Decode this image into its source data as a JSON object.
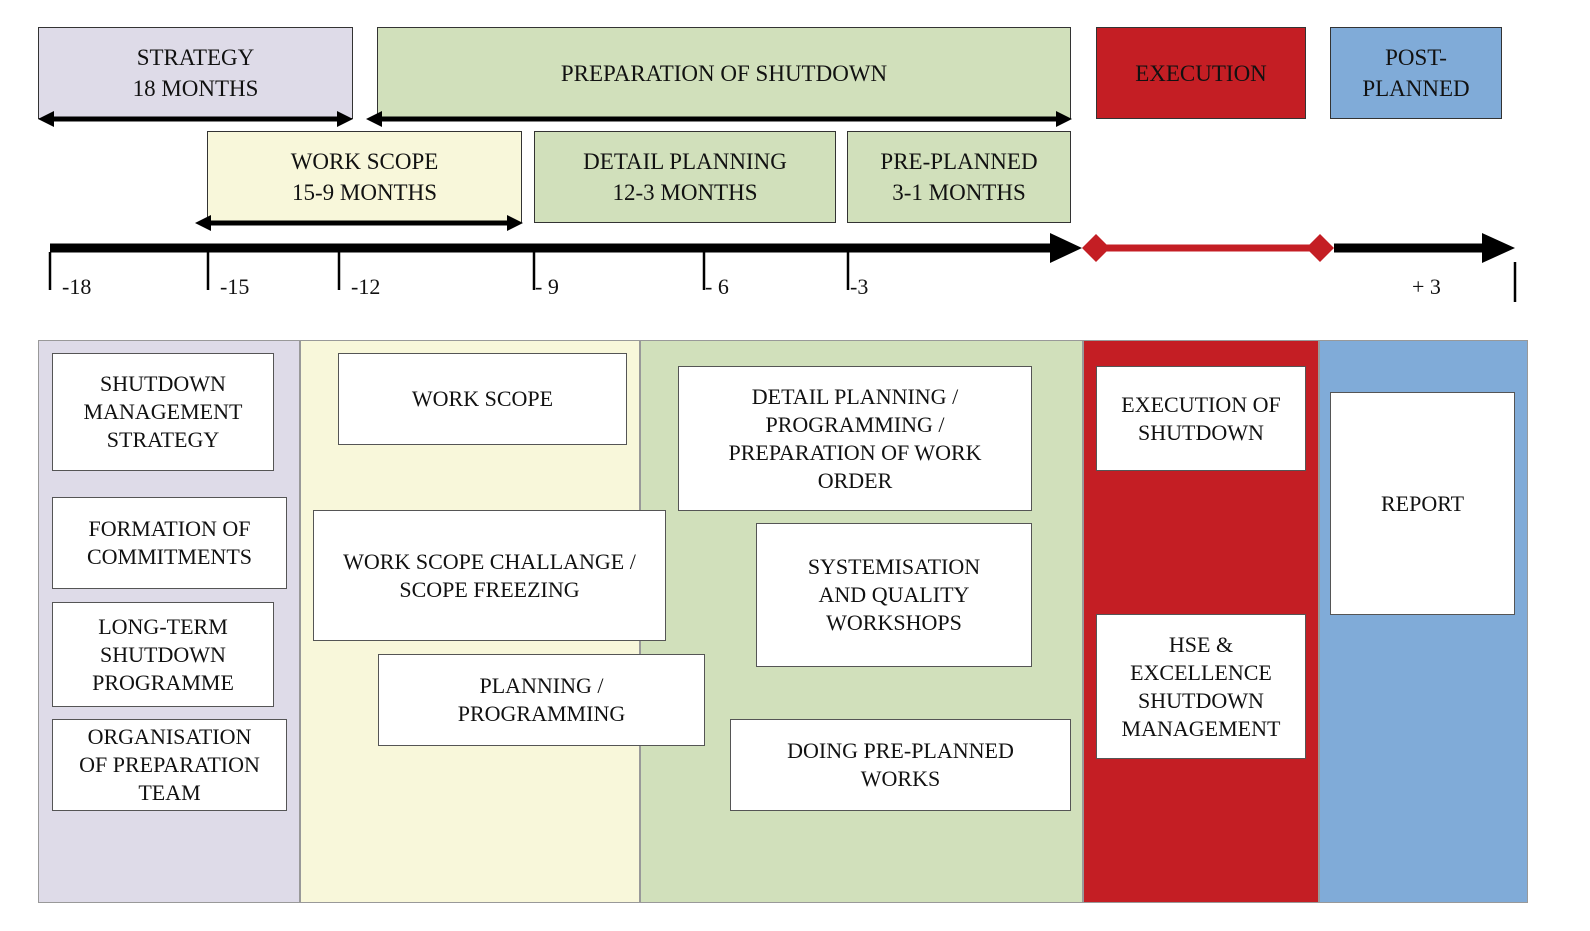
{
  "colors": {
    "strategy": "#dedbe8",
    "work_scope": "#f8f7da",
    "preparation": "#d1e0bb",
    "execution": "#c41e24",
    "post": "#80abd8",
    "white": "#ffffff",
    "black": "#000000"
  },
  "top_phases": {
    "strategy": "STRATEGY\n18 MONTHS",
    "preparation": "PREPARATION OF SHUTDOWN",
    "execution": "EXECUTION",
    "post": "POST-\nPLANNED"
  },
  "sub_phases": {
    "work_scope": "WORK SCOPE\n15-9 MONTHS",
    "detail_planning": "DETAIL PLANNING\n12-3 MONTHS",
    "pre_planned": "PRE-PLANNED\n3-1 MONTHS"
  },
  "timeline": {
    "ticks": [
      "-18",
      "-15",
      "-12",
      "- 9",
      "- 6",
      "-3",
      "+ 3"
    ]
  },
  "activities": {
    "strategy": [
      "SHUTDOWN\nMANAGEMENT\nSTRATEGY",
      "FORMATION OF\nCOMMITMENTS",
      "LONG-TERM\nSHUTDOWN\nPROGRAMME",
      "ORGANISATION\nOF PREPARATION\nTEAM"
    ],
    "work_scope": [
      "WORK SCOPE",
      "WORK SCOPE CHALLANGE /\nSCOPE FREEZING",
      "PLANNING /\nPROGRAMMING"
    ],
    "preparation": [
      "DETAIL PLANNING /\nPROGRAMMING /\nPREPARATION OF WORK\nORDER",
      "SYSTEMISATION\nAND QUALITY\nWORKSHOPS",
      "DOING PRE-PLANNED\nWORKS"
    ],
    "execution": [
      "EXECUTION OF\nSHUTDOWN",
      "HSE &\nEXCELLENCE\nSHUTDOWN\nMANAGEMENT"
    ],
    "post": [
      "REPORT"
    ]
  }
}
